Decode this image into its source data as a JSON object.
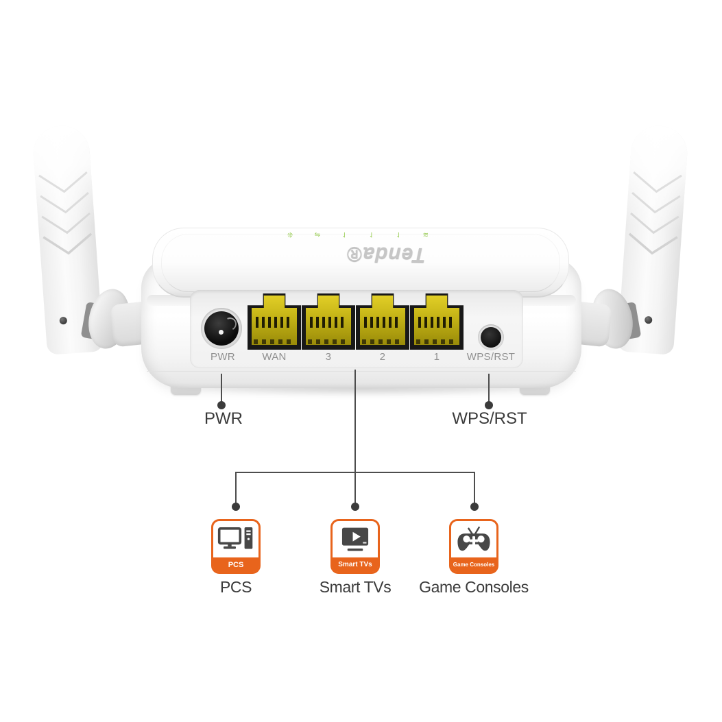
{
  "router": {
    "brand": "Tenda®",
    "led_glyphs": [
      "≋",
      "↾",
      "↾",
      "↾",
      "⇋",
      "❊"
    ],
    "led_color": "#8cc63f",
    "port_labels": [
      "PWR",
      "WAN",
      "3",
      "2",
      "1",
      "WPS/RST"
    ]
  },
  "callouts": {
    "pwr_label": "PWR",
    "wps_label": "WPS/RST"
  },
  "devices": [
    {
      "banner": "PCS",
      "label": "PCS",
      "icon": "desktop-pc-icon"
    },
    {
      "banner": "Smart TVs",
      "label": "Smart TVs",
      "icon": "smart-tv-icon"
    },
    {
      "banner": "Game Consoles",
      "label": "Game Consoles",
      "icon": "game-controller-icon"
    }
  ],
  "colors": {
    "accent_orange": "#e8641c",
    "led_green": "#8cc63f",
    "line_dark": "#4d4d4d",
    "port_yellow": "#c4b316",
    "port_label_gray": "#8f8f8f",
    "text_dark": "#3b3b3b"
  }
}
